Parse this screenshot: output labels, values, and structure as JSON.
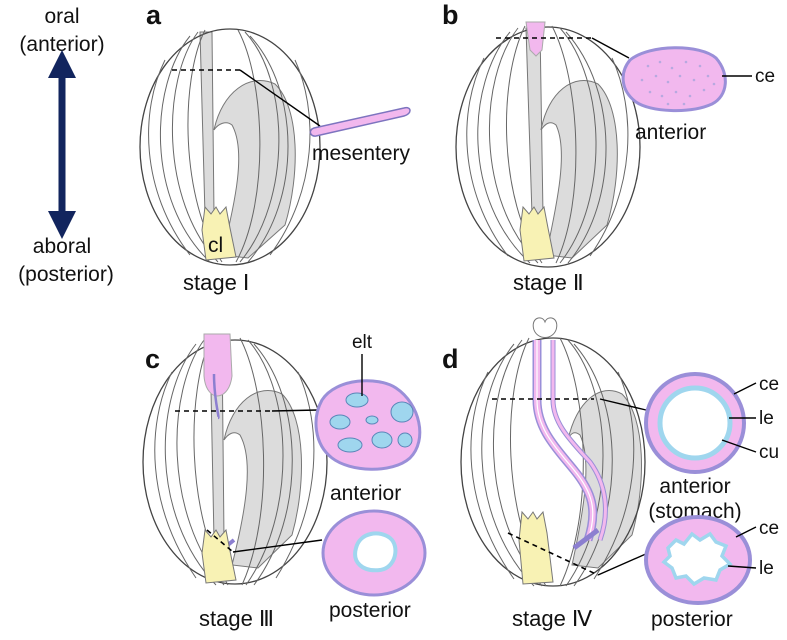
{
  "axis": {
    "top_line1": "oral",
    "top_line2": "(anterior)",
    "bottom_line1": "aboral",
    "bottom_line2": "(posterior)",
    "arrow_color": "#12255e"
  },
  "panels": [
    {
      "letter": "a",
      "stage": "stage Ⅰ",
      "labels": {
        "organ": "cl",
        "section": "mesentery"
      }
    },
    {
      "letter": "b",
      "stage": "stage Ⅱ",
      "labels": {
        "layer": "ce",
        "section": "anterior"
      }
    },
    {
      "letter": "c",
      "stage": "stage Ⅲ",
      "labels": {
        "lumen": "elt",
        "section_top": "anterior",
        "section_bottom": "posterior"
      }
    },
    {
      "letter": "d",
      "stage": "stage Ⅳ",
      "labels": {
        "top_ce": "ce",
        "top_le": "le",
        "top_cu": "cu",
        "section_top_1": "anterior",
        "section_top_2": "(stomach)",
        "bottom_ce": "ce",
        "bottom_le": "le",
        "section_bottom": "posterior"
      }
    }
  ],
  "colors": {
    "pink": "#f2b8ee",
    "border_purple": "#9a8fd8",
    "lumen_blue": "#9fd6ee",
    "yellow": "#f8f2b4",
    "gut_gray": "#dcdcdc",
    "outline": "#555555"
  }
}
